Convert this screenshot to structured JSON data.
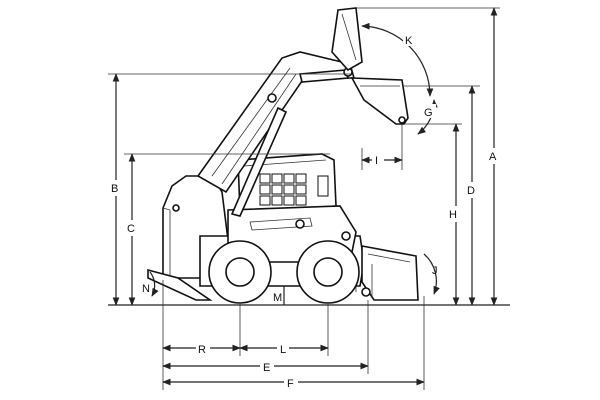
{
  "diagram": {
    "labels": {
      "A": "A",
      "B": "B",
      "C": "C",
      "D": "D",
      "E": "E",
      "F": "F",
      "G": "G",
      "H": "H",
      "I": "I",
      "J": "J",
      "K": "K",
      "L": "L",
      "M": "M",
      "N": "N",
      "R": "R"
    }
  }
}
